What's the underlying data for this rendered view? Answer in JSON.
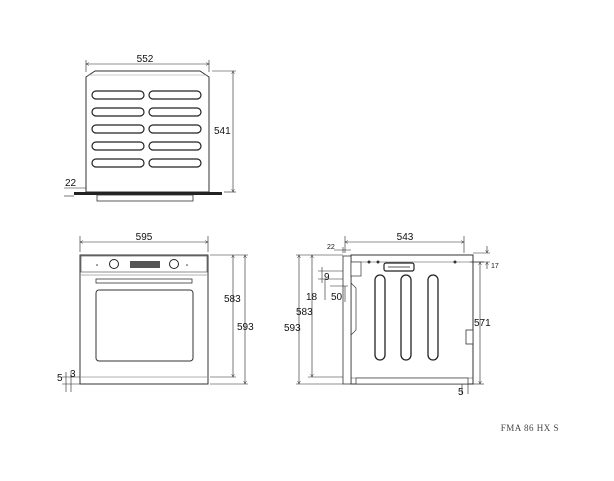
{
  "top_view": {
    "width": "552",
    "depth": "541",
    "front_protrusion": "22"
  },
  "front_view": {
    "width": "595",
    "height_inner": "583",
    "height_total": "593",
    "left_gap_a": "5",
    "left_gap_b": "3"
  },
  "side_view": {
    "depth": "543",
    "top_offset": "22",
    "top_right_gap": "17",
    "height_left_a": "583",
    "height_left_b": "593",
    "height_right": "571",
    "door_gap_a": "9",
    "door_gap_b": "18",
    "door_gap_c": "50",
    "bottom_gap": "5"
  },
  "model_label": "FMA 86 HX S"
}
